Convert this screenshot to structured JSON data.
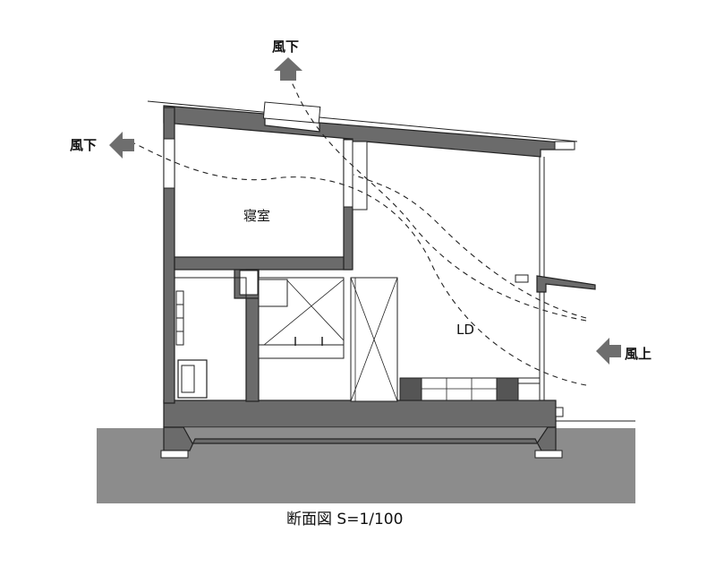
{
  "labels": {
    "wind_down_top": "風下",
    "wind_down_left": "風下",
    "wind_up_right": "風上",
    "bedroom": "寝室",
    "living_dining": "LD",
    "caption": "断面図 S=1/100"
  },
  "colors": {
    "wall": "#6b6b6b",
    "ground": "#8c8c8c",
    "arrow": "#6e6e6e",
    "line": "#222222"
  }
}
